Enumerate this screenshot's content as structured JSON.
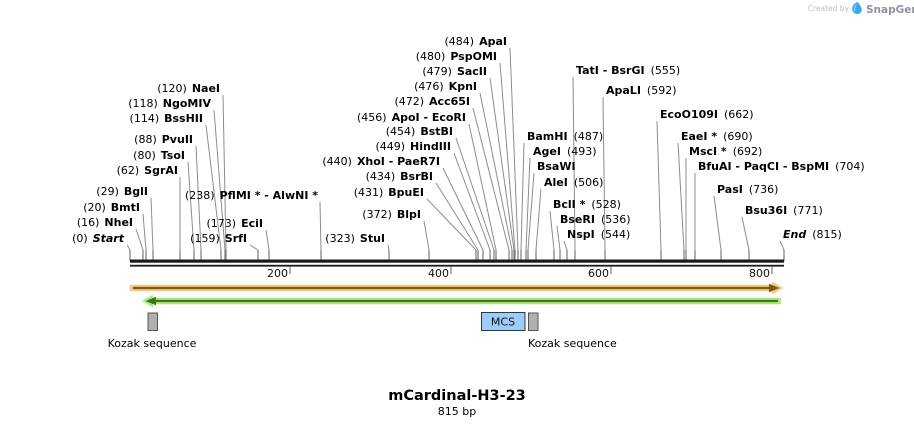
{
  "watermark": {
    "created_by": "Created by",
    "brand": "SnapGene",
    "brand_color": "#3ea6ee"
  },
  "title": {
    "name": "mCardinal-H3-23",
    "size": "815 bp"
  },
  "features": {
    "mcs_label": "MCS",
    "kozak_label": "Kozak sequence",
    "mcs_fill": "#9cccf8",
    "kozak_fill": "#b0b0b0",
    "forward_arrow_color": "#f6c878",
    "reverse_arrow_color": "#aee983"
  },
  "ruler": {
    "ticks": [
      "200",
      "400",
      "600",
      "800"
    ]
  },
  "sites": [
    {
      "pos": "(0)",
      "name": "Start"
    },
    {
      "pos": "(16)",
      "name": "NheI"
    },
    {
      "pos": "(20)",
      "name": "BmtI"
    },
    {
      "pos": "(29)",
      "name": "BglI"
    },
    {
      "pos": "(62)",
      "name": "SgrAI"
    },
    {
      "pos": "(80)",
      "name": "TsoI"
    },
    {
      "pos": "(88)",
      "name": "PvuII"
    },
    {
      "pos": "(114)",
      "name": "BssHII"
    },
    {
      "pos": "(118)",
      "name": "NgoMIV"
    },
    {
      "pos": "(120)",
      "name": "NaeI"
    },
    {
      "pos": "(159)",
      "name": "SrfI"
    },
    {
      "pos": "(173)",
      "name": "EciI"
    },
    {
      "pos": "(238)",
      "name": "PflMI * - AlwNI *"
    },
    {
      "pos": "(323)",
      "name": "StuI"
    },
    {
      "pos": "(372)",
      "name": "BlpI"
    },
    {
      "pos": "(431)",
      "name": "BpuEI"
    },
    {
      "pos": "(434)",
      "name": "BsrBI"
    },
    {
      "pos": "(440)",
      "name": "XhoI - PaeR7I"
    },
    {
      "pos": "(449)",
      "name": "HindIII"
    },
    {
      "pos": "(454)",
      "name": "BstBI"
    },
    {
      "pos": "(456)",
      "name": "ApoI - EcoRI"
    },
    {
      "pos": "(472)",
      "name": "Acc65I"
    },
    {
      "pos": "(476)",
      "name": "KpnI"
    },
    {
      "pos": "(479)",
      "name": "SacII"
    },
    {
      "pos": "(480)",
      "name": "PspOMI"
    },
    {
      "pos": "(484)",
      "name": "ApaI"
    },
    {
      "pos": "(487)",
      "name": "BamHI"
    },
    {
      "pos": "(493)",
      "name": "AgeI"
    },
    {
      "pos": "",
      "name": "BsaWI"
    },
    {
      "pos": "(506)",
      "name": "AleI"
    },
    {
      "pos": "(528)",
      "name": "BclI *"
    },
    {
      "pos": "(536)",
      "name": "BseRI"
    },
    {
      "pos": "(544)",
      "name": "NspI"
    },
    {
      "pos": "(555)",
      "name": "TatI - BsrGI"
    },
    {
      "pos": "(592)",
      "name": "ApaLI"
    },
    {
      "pos": "(662)",
      "name": "EcoO109I"
    },
    {
      "pos": "(690)",
      "name": "EaeI *"
    },
    {
      "pos": "(692)",
      "name": "MscI *"
    },
    {
      "pos": "(704)",
      "name": "BfuAI - PaqCI - BspMI"
    },
    {
      "pos": "(736)",
      "name": "PasI"
    },
    {
      "pos": "(771)",
      "name": "Bsu36I"
    },
    {
      "pos": "(815)",
      "name": "End"
    }
  ]
}
